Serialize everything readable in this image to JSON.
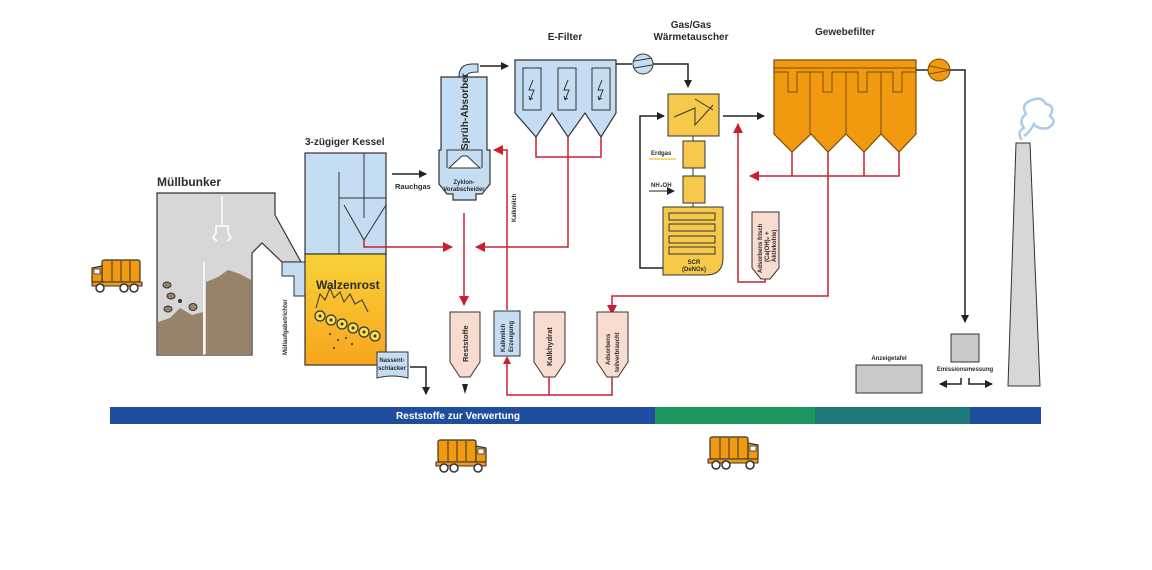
{
  "labels": {
    "muellbunker": "Müllbunker",
    "kessel": "3-zügiger Kessel",
    "walzenrost": "Walzenrost",
    "muellaufgabetrichter": "Müllaufgabetrichter",
    "nassentschlacker_1": "Nassent-",
    "nassentschlacker_2": "schlacker",
    "rauchgas": "Rauchgas",
    "spruehabsorber": "Sprüh-Absorber",
    "zyklon_1": "Zyklon-",
    "zyklon_2": "Vorabscheider",
    "kalkmilch": "Kalkmilch",
    "efilter": "E-Filter",
    "waermetauscher_1": "Gas/Gas",
    "waermetauscher_2": "Wärmetauscher",
    "erdgas": "Erdgas",
    "nh4oh": "NH₄OH",
    "scr_1": "SCR",
    "scr_2": "(DeNOx)",
    "adsorbens_frisch_1": "Adsorbens frisch",
    "adsorbens_frisch_2": "(Ca(OH)₂ +",
    "adsorbens_frisch_3": "Aktivkohle)",
    "gewebefilter": "Gewebefilter",
    "reststoffe": "Reststoffe",
    "kalkmilch_erzeugung_1": "Kalkmilch",
    "kalkmilch_erzeugung_2": "Erzeugung",
    "kalkhydrat": "Kalkhydrat",
    "adsorbens_teil_1": "Adsorbens",
    "adsorbens_teil_2": "teilverbraucht",
    "anzeigetafel": "Anzeigetafel",
    "emissionsmessung": "Emissionsmessung",
    "bar_text": "Reststoffe zur Verwertung"
  },
  "colors": {
    "flue_gas_line": "#222222",
    "residue_line": "#c8202f",
    "equipment_blue": "#c5ddf2",
    "equipment_yellow": "#f7c94a",
    "filter_orange": "#f29a0f",
    "silo_pink": "#f9dcd0",
    "bunker_grey": "#d7d7d7",
    "waste_brown": "#97826a",
    "bar_blue": "#1f4e9e",
    "bar_green": "#1e9660",
    "bar_teal": "#1e7a78"
  },
  "bar_segments": [
    {
      "name": "blue",
      "color": "#1f4e9e"
    },
    {
      "name": "green",
      "color": "#1e9660"
    },
    {
      "name": "teal",
      "color": "#1e7a78"
    },
    {
      "name": "blue-end",
      "color": "#1f4e9e"
    }
  ]
}
